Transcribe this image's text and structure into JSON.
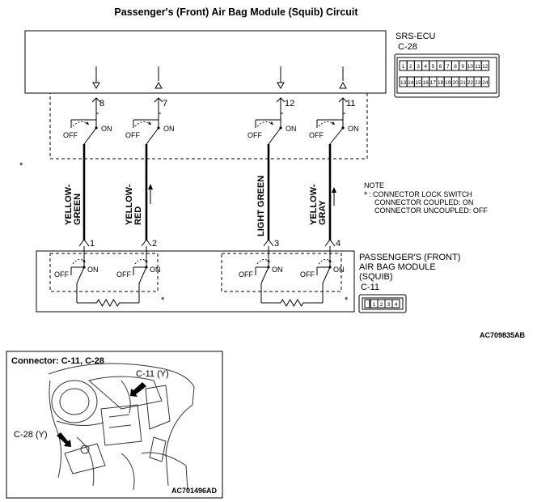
{
  "title": "Passenger's (Front) Air Bag Module (Squib) Circuit",
  "ecu": {
    "name": "SRS-ECU",
    "connector": "C-28",
    "pins_top": [
      "1",
      "2",
      "3",
      "4",
      "5",
      "6",
      "7",
      "8",
      "9",
      "10",
      "11",
      "12"
    ],
    "pins_bottom": [
      "13",
      "14",
      "15",
      "16",
      "17",
      "18",
      "19",
      "20",
      "21",
      "22",
      "23",
      "24"
    ]
  },
  "terminals_ecu": [
    "8",
    "7",
    "12",
    "11"
  ],
  "terminals_module": [
    "1",
    "2",
    "3",
    "4"
  ],
  "switch": {
    "off": "OFF",
    "on": "ON"
  },
  "wires": [
    {
      "pin": "8",
      "label_line1": "YELLOW-",
      "label_line2": "GREEN"
    },
    {
      "pin": "7",
      "label_line1": "YELLOW-",
      "label_line2": "RED"
    },
    {
      "pin": "12",
      "label_line1": "LIGHT GREEN",
      "label_line2": ""
    },
    {
      "pin": "11",
      "label_line1": "YELLOW-",
      "label_line2": "GRAY"
    }
  ],
  "note": {
    "heading": "NOTE",
    "marker": "*",
    "line1": ": CONNECTOR LOCK SWITCH",
    "line2": "CONNECTOR COUPLED: ON",
    "line3": "CONNECTOR UNCOUPLED: OFF"
  },
  "module": {
    "line1": "PASSENGER'S (FRONT)",
    "line2": "AIR BAG MODULE",
    "line3": "(SQUIB)",
    "connector": "C-11",
    "pins": [
      "1",
      "2",
      "3",
      "4"
    ]
  },
  "asterisk": "*",
  "code_top": "AC709835AB",
  "inset": {
    "title": "Connector: C-11, C-28",
    "callout_c11": "C-11 (Y)",
    "callout_c28": "C-28 (Y)",
    "code": "AC701496AD"
  }
}
